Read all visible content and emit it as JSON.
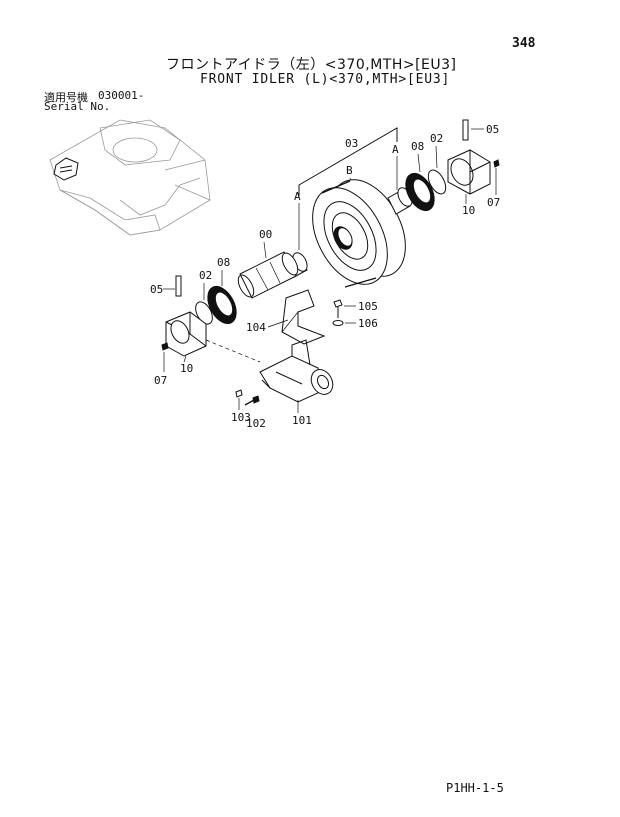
{
  "page": {
    "number": "348",
    "footer_code": "P1HH-1-5"
  },
  "title": {
    "japanese": "フロントアイドラ（左）<370,MTH>[EU3]",
    "english": "FRONT IDLER (L)<370,MTH>[EU3]"
  },
  "serial": {
    "label_jp": "適用号機",
    "value": "030001-",
    "label_en": "Serial No."
  },
  "callouts": {
    "c03": "03",
    "cA1": "A",
    "cA2": "A",
    "cB": "B",
    "c02_right": "02",
    "c08_right": "08",
    "c05_right": "05",
    "c10_right": "10",
    "c07_right": "07",
    "c00": "00",
    "c08_left": "08",
    "c02_left": "02",
    "c05_left": "05",
    "c10_left": "10",
    "c07_left": "07",
    "c105": "105",
    "c106": "106",
    "c104": "104",
    "c103": "103",
    "c102": "102",
    "c101": "101"
  }
}
